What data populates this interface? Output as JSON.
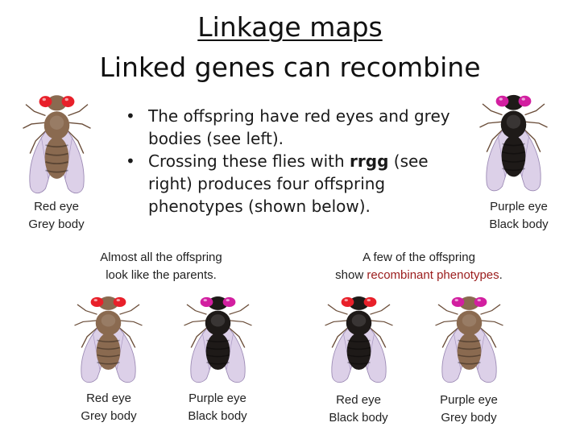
{
  "title": {
    "line1": "Linkage maps",
    "line2": "Linked genes can recombine"
  },
  "bullets": [
    {
      "text": "The offspring have red eyes and grey bodies (see left)."
    },
    {
      "before": "Crossing these flies with ",
      "bold": "rrgg",
      "after": " (see right) produces four offspring phenotypes (shown below)."
    }
  ],
  "parents": {
    "left": {
      "line1": "Red eye",
      "line2": "Grey body"
    },
    "right": {
      "line1": "Purple eye",
      "line2": "Black body"
    }
  },
  "groups": {
    "parental": {
      "line1": "Almost all the offspring",
      "line2": "look like the parents."
    },
    "recombinant": {
      "line1": "A few of the offspring",
      "line2_before": "show ",
      "line2_highlight": "recombinant phenotypes",
      "line2_after": "."
    }
  },
  "offspring": [
    {
      "line1": "Red eye",
      "line2": "Grey body"
    },
    {
      "line1": "Purple eye",
      "line2": "Black body"
    },
    {
      "line1": "Red eye",
      "line2": "Black body"
    },
    {
      "line1": "Purple eye",
      "line2": "Grey body"
    }
  ],
  "colors": {
    "red_eye": "#e8202a",
    "purple_eye": "#d21fa0",
    "grey_body": "#8a6a50",
    "black_body": "#1e1a18",
    "wing": "#d8cbe6",
    "highlight": "#9b1c1c"
  }
}
